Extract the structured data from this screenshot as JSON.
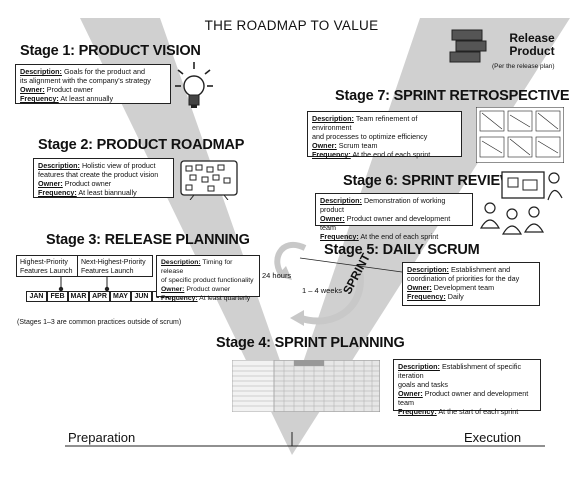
{
  "title": "THE ROADMAP TO VALUE",
  "release": {
    "title_line1": "Release",
    "title_line2": "Product",
    "note": "(Per the release plan)"
  },
  "stages": {
    "s1": {
      "heading": "Stage 1: PRODUCT VISION",
      "desc_label": "Description:",
      "desc_line1": "Goals for the product and",
      "desc_line2": "its alignment with the company's strategy",
      "owner_label": "Owner:",
      "owner": "Product owner",
      "freq_label": "Frequency:",
      "freq": "At least annually"
    },
    "s2": {
      "heading": "Stage 2: PRODUCT ROADMAP",
      "desc_label": "Description:",
      "desc_line1": "Holistic view of product",
      "desc_line2": "features that create the product vision",
      "owner_label": "Owner:",
      "owner": "Product owner",
      "freq_label": "Frequency:",
      "freq": "At least biannually"
    },
    "s3": {
      "heading": "Stage 3: RELEASE PLANNING",
      "desc_label": "Description:",
      "desc_line1": "Timing for release",
      "desc_line2": "of specific product functionality",
      "owner_label": "Owner:",
      "owner": "Product owner",
      "freq_label": "Frequency:",
      "freq": "At least quarterly",
      "feature1_line1": "Highest-Priority",
      "feature1_line2": "Features Launch",
      "feature2_line1": "Next-Highest-Priority",
      "feature2_line2": "Features Launch",
      "months": [
        "JAN",
        "FEB",
        "MAR",
        "APR",
        "MAY",
        "JUN",
        "JUL"
      ]
    },
    "s4": {
      "heading": "Stage 4: SPRINT PLANNING",
      "desc_label": "Description:",
      "desc_line1": "Establishment of specific iteration",
      "desc_line2": "goals and tasks",
      "owner_label": "Owner:",
      "owner": "Product owner and development team",
      "freq_label": "Frequency:",
      "freq": "At the start of each sprint"
    },
    "s5": {
      "heading": "Stage 5: DAILY SCRUM",
      "desc_label": "Description:",
      "desc_line1": "Establishment and",
      "desc_line2": "coordination of priorities for the day",
      "owner_label": "Owner:",
      "owner": "Development team",
      "freq_label": "Frequency:",
      "freq": "Daily"
    },
    "s6": {
      "heading": "Stage 6: SPRINT REVIEW",
      "desc_label": "Description:",
      "desc_line1": "Demonstration of working product",
      "owner_label": "Owner:",
      "owner": "Product owner and development team",
      "freq_label": "Frequency:",
      "freq": "At the end of each sprint"
    },
    "s7": {
      "heading": "Stage 7: SPRINT RETROSPECTIVE",
      "desc_label": "Description:",
      "desc_line1": "Team refinement of environment",
      "desc_line2": "and processes to optimize efficiency",
      "owner_label": "Owner:",
      "owner": "Scrum team",
      "freq_label": "Frequency:",
      "freq": "At the end of each sprint"
    }
  },
  "cycle": {
    "hours": "24 hours",
    "weeks": "1 – 4 weeks",
    "sprint": "SPRINT"
  },
  "note": "(Stages 1–3 are common practices outside of scrum)",
  "axis": {
    "left": "Preparation",
    "right": "Execution"
  },
  "colors": {
    "v_shape": "#cfcfcf",
    "ink": "#111111"
  }
}
